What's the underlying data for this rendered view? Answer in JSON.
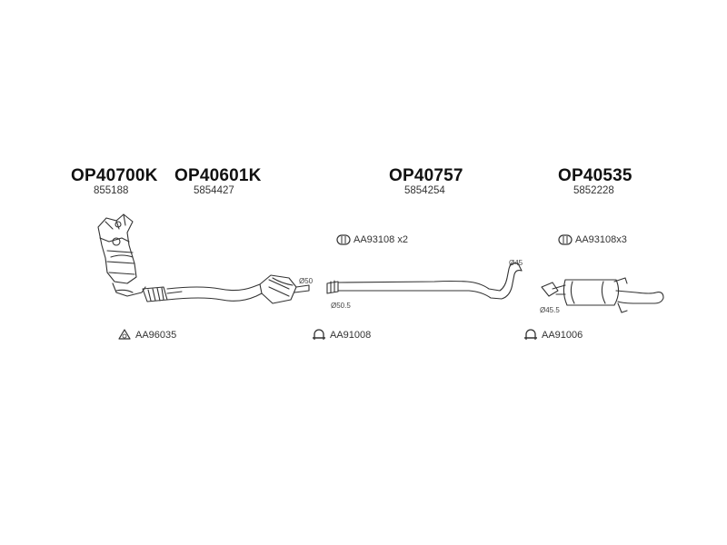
{
  "assemblies": [
    {
      "code": "OP40700K",
      "ref": "855188"
    },
    {
      "code": "OP40601K",
      "ref": "5854427"
    },
    {
      "code": "OP40757",
      "ref": "5854254"
    },
    {
      "code": "OP40535",
      "ref": "5852228"
    }
  ],
  "hardware": {
    "clamp_center": "AA93108 x2",
    "clamp_rear": "AA93108x3",
    "gasket_front": "AA96035",
    "clamp_mid": "AA91008",
    "clamp_back": "AA91006"
  },
  "dimensions": {
    "cat_outlet": "Ø50",
    "pipe_inlet": "Ø50.5",
    "pipe_outlet": "Ø45",
    "muffler_inlet": "Ø45.5"
  }
}
